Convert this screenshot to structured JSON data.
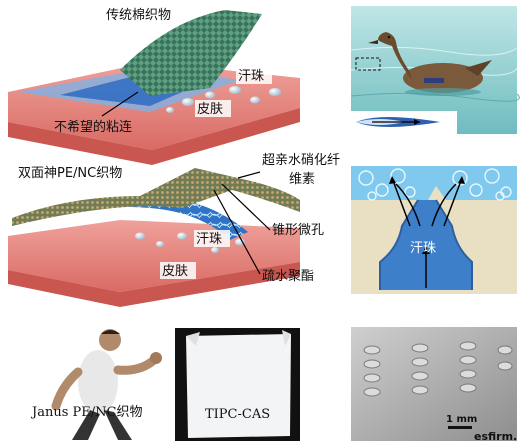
{
  "panel_a": {
    "label_traditional_fabric": "传统棉织物",
    "label_sweat": "汗珠",
    "label_skin": "皮肤",
    "label_adhesion": "不希望的粘连"
  },
  "panel_b": {
    "label_janus_fabric": "双面神PE/NC织物",
    "label_nanofiber_line1": "超亲水硝化纤",
    "label_nanofiber_line2": "维素",
    "label_cone_pore": "锥形微孔",
    "label_sweat": "汗珠",
    "label_skin": "皮肤",
    "label_hydrophobic": "疏水聚酯"
  },
  "panel_c": {
    "label_sweat": "汗珠"
  },
  "panel_d": {
    "label_person": "Janus PE/NC织物",
    "label_sample": "TIPC-CAS",
    "label_scale": "1 mm",
    "watermark": "esfirm."
  },
  "colors": {
    "skin": "#e8847f",
    "skin_dark": "#c9564f",
    "fabric_green": "#3f7a62",
    "fabric_blue": "#1e4fa3",
    "water_light": "#b8d8f0",
    "sweat_blue": "#3d7fc9",
    "beige": "#e9dfc2",
    "nanofiber": "#7fc8ee",
    "lake": "#8fd0d0"
  }
}
